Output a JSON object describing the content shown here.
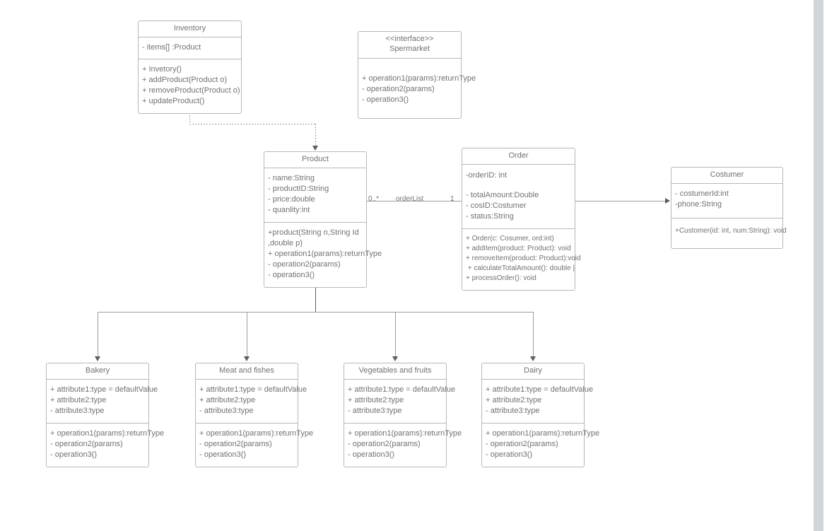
{
  "diagram": {
    "kind": "uml-class-diagram",
    "background": "#ffffff",
    "line_color": "#9a9ca0",
    "text_color": "#6f7174",
    "border_color": "#b6b8bb"
  },
  "classes": {
    "inventory": {
      "name": "Inventory",
      "attributes": [
        "- items[] :Product"
      ],
      "operations": [
        "+ Invetory()",
        "+ addProduct(Product o)",
        "+ removeProduct(Product o)",
        "+ updateProduct()"
      ]
    },
    "supermarket": {
      "stereotype": "<<interface>>",
      "name": "Spermarket",
      "operations": [
        "+ operation1(params):returnType",
        "- operation2(params)",
        "- operation3()"
      ]
    },
    "product": {
      "name": "Product",
      "attributes": [
        "- name:String",
        "- productID:String",
        "- price:double",
        "- quanlity:int"
      ],
      "operations": [
        "+product(String n,String Id",
        ",double p)",
        "+ operation1(params):returnType",
        "- operation2(params)",
        "- operation3()"
      ]
    },
    "order": {
      "name": "Order",
      "attributes": [
        "-orderID: int",
        "",
        "- totalAmount:Double",
        "- cosID:Costumer",
        "- status:String"
      ],
      "operations": [
        "+ Order(c: Cosumer, ord:int)",
        "+ addItem(product: Product): void",
        "+ removeItem(product: Product):void",
        " + calculateTotalAmount(): double |",
        "+ processOrder(): void"
      ]
    },
    "costumer": {
      "name": "Costumer",
      "attributes": [
        "- costumerId:int",
        "-phone:String"
      ],
      "operations": [
        "+Customer(id: int, num:String): void"
      ]
    },
    "bakery": {
      "name": "Bakery",
      "attributes": [
        "+ attribute1:type = defaultValue",
        "+ attribute2:type",
        "- attribute3:type"
      ],
      "operations": [
        "+ operation1(params):returnType",
        "- operation2(params)",
        "- operation3()"
      ]
    },
    "meat": {
      "name": "Meat and fishes",
      "attributes": [
        "+ attribute1:type = defaultValue",
        "+ attribute2:type",
        "- attribute3:type"
      ],
      "operations": [
        "+ operation1(params):returnType",
        "- operation2(params)",
        "- operation3()"
      ]
    },
    "vegetables": {
      "name": "Vegetables and fruits",
      "attributes": [
        "+ attribute1:type = defaultValue",
        "+ attribute2:type",
        "- attribute3:type"
      ],
      "operations": [
        "+ operation1(params):returnType",
        "- operation2(params)",
        "- operation3()"
      ]
    },
    "dairy": {
      "name": "Dairy",
      "attributes": [
        "+ attribute1:type = defaultValue",
        "+ attribute2:type",
        "- attribute3:type"
      ],
      "operations": [
        "+ operation1(params):returnType",
        "- operation2(params)",
        "- operation3()"
      ]
    }
  },
  "edges": {
    "product_order": {
      "source_multiplicity": "0..*",
      "label": "orderList",
      "target_multiplicity": "1"
    }
  }
}
